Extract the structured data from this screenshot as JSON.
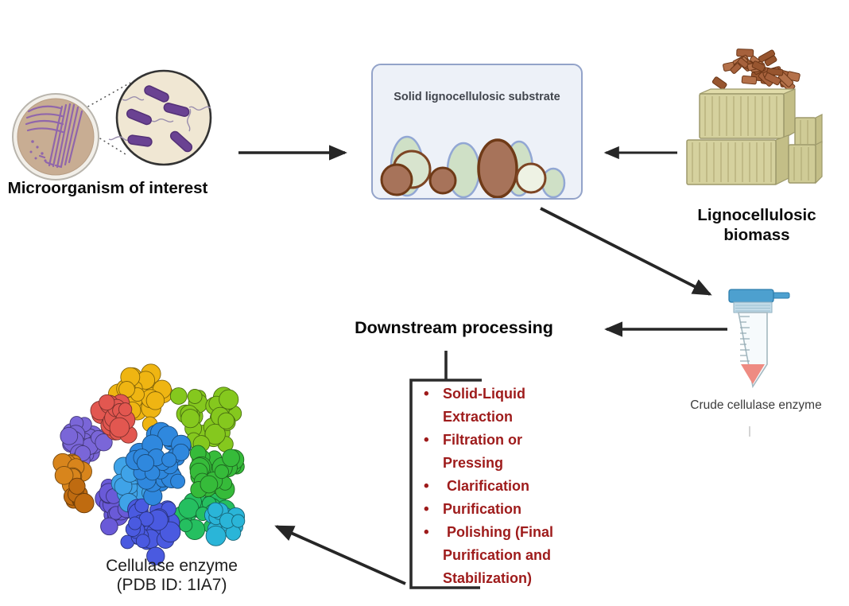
{
  "microorganism": {
    "label": "Microorganism of interest"
  },
  "substrate_box": {
    "label": "Solid lignocellulosic substrate"
  },
  "biomass": {
    "label_line1": "Lignocellulosic",
    "label_line2": "biomass"
  },
  "crude_enzyme": {
    "label": "Crude cellulase enzyme"
  },
  "downstream": {
    "title": "Downstream processing",
    "accent_color": "#9e1b1b",
    "bullet_glyph": "•",
    "items": [
      {
        "label": "Solid-Liquid Extraction"
      },
      {
        "label": "Filtration or Pressing"
      },
      {
        "label": " Clarification"
      },
      {
        "label": "Purification"
      },
      {
        "label": " Polishing (Final Purification and Stabilization)"
      }
    ]
  },
  "protein": {
    "label_line1": "Cellulase enzyme",
    "label_line2": "(PDB ID: 1IA7)"
  },
  "colors": {
    "arrow": "#262626",
    "bacteria_purple": "#6a4292",
    "petri_agar": "#c8ad93",
    "box_fill": "#edf1f8",
    "box_border": "#93a3c9",
    "hay": "#d5d19e",
    "wood_chip": "#a6613c",
    "tube_cap_blue": "#4da0cf",
    "tube_liquid_pink": "#ee8b82"
  }
}
